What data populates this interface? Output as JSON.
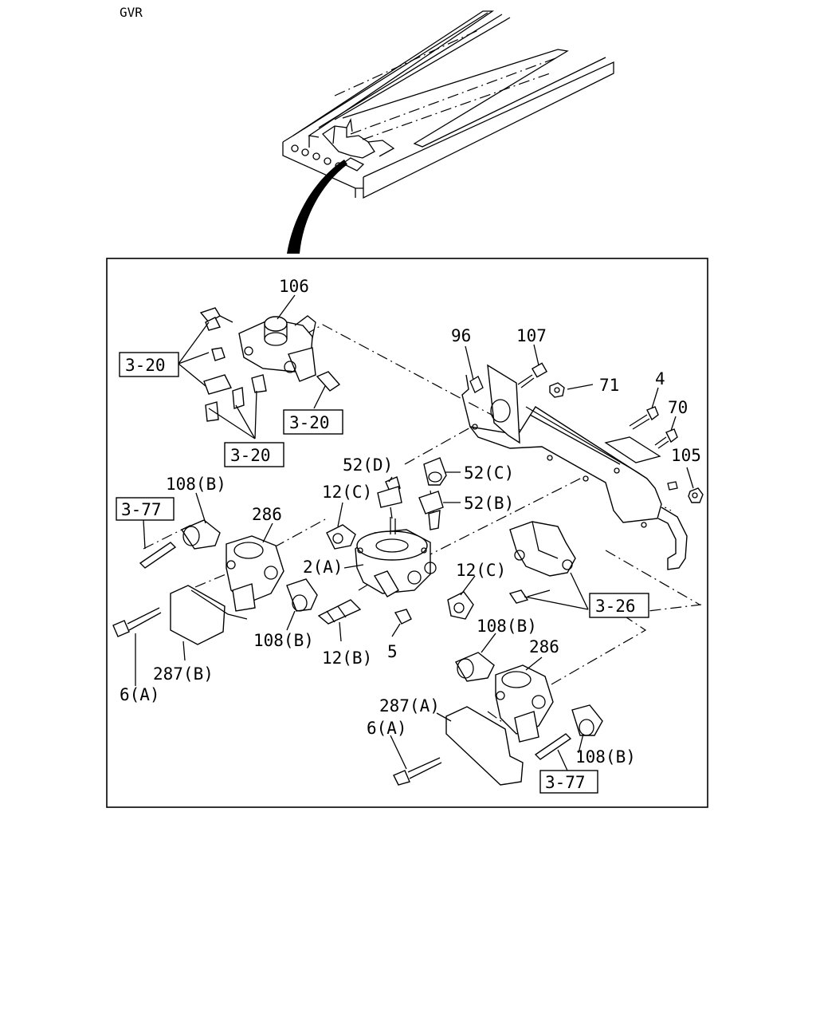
{
  "header": {
    "code": "GVR"
  },
  "labels": {
    "l106": "106",
    "l96": "96",
    "l107": "107",
    "l71": "71",
    "l4": "4",
    "l70": "70",
    "l105": "105",
    "l52d": "52(D)",
    "l52c": "52(C)",
    "l52b": "52(B)",
    "l12c_top": "12(C)",
    "l12c_right": "12(C)",
    "l12b": "12(B)",
    "l2a": "2(A)",
    "l5": "5",
    "l108b_top": "108(B)",
    "l108b_mid": "108(B)",
    "l108b_low": "108(B)",
    "l108b_right": "108(B)",
    "l286_top": "286",
    "l286_low": "286",
    "l287b": "287(B)",
    "l287a": "287(A)",
    "l6a_left": "6(A)",
    "l6a_low": "6(A)"
  },
  "refs": {
    "r320_left": "3-20",
    "r320_mid": "3-20",
    "r320_low": "3-20",
    "r377_left": "3-77",
    "r377_low": "3-77",
    "r326": "3-26"
  }
}
